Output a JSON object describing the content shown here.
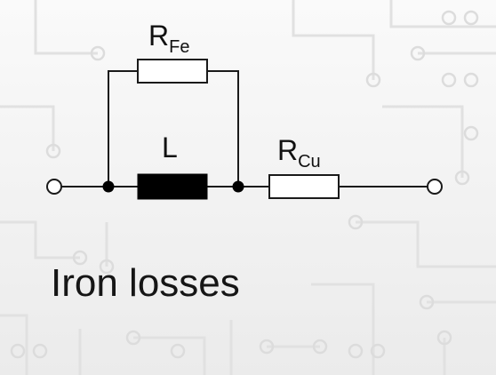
{
  "circuit": {
    "components": [
      {
        "id": "R_Fe",
        "symbol": "R",
        "subscript": "Fe",
        "type": "resistor"
      },
      {
        "id": "L",
        "symbol": "L",
        "subscript": "",
        "type": "inductor"
      },
      {
        "id": "R_Cu",
        "symbol": "R",
        "subscript": "Cu",
        "type": "resistor"
      }
    ],
    "topology": "R_Fe in parallel with L, then in series with R_Cu"
  },
  "labels": {
    "r_fe_main": "R",
    "r_fe_sub": "Fe",
    "inductor": "L",
    "r_cu_main": "R",
    "r_cu_sub": "Cu"
  },
  "caption": "Iron losses",
  "colors": {
    "wire": "#1a1a1a",
    "inductor_fill": "#000000",
    "terminal_fill": "#ffffff",
    "pattern": "#d9d9d9"
  }
}
